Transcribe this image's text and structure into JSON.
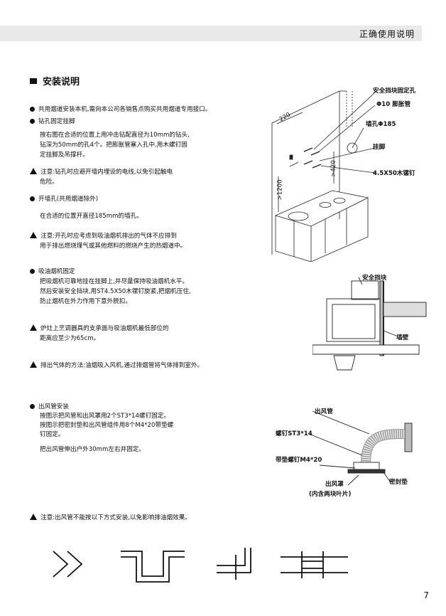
{
  "header": {
    "title": "正确使用说明"
  },
  "section_title": "安装说明",
  "items": {
    "i1": "共用烟道安装本机,需向本公司各销售点购买共用烟道专用接口。",
    "i2": "钻孔固定挂脚",
    "i2_l1": "按右图在合适的位置上用冲击钻配直径为10mm的钻头,",
    "i2_l2": "钻深为50mm的孔4个。把膨胀管塞入孔中,用木螺钉固",
    "i2_l3": "定挂脚及吊撑杆。",
    "w1_l1": "注意:钻孔时应避开墙内埋设的电线,以免引起触电",
    "w1_l2": "危险。",
    "i3": "开墙孔(共用烟道除外)",
    "i3_l1": "在合适的位置开直径185mm的墙孔。",
    "w2_l1": "注意:开孔时应考虑到吸油烟机排出的气体不应排到",
    "w2_l2": "用于排出燃烧煤气或其他燃料的燃烧产生的热烟道中。",
    "i4": "吸油烟机固定",
    "i4_l1": "把吸烟机可靠地挂在挂脚上,并尽量保持吸油烟机水平。",
    "i4_l2": "然后安装安全挡块,用ST4.5X50木镙钉旋紧,把烟机压住,",
    "i4_l3": "防止烟机在外力作用下意外脱扣。",
    "w3_l1": "炉灶上烹调器具的支承面与吸油烟机最低部位的",
    "w3_l2": "距离应至少为65cm。",
    "w4": "排出气体的方法:油烟吸入风机,通过排烟管将气体排到室外。",
    "i5": "出风管安装",
    "i5_l1": "按图示把风管和出风罩用2个ST3*14螺钉固定。",
    "i5_l2": "按图示把密封垫和出风管组件用8个M4*20带垫螺",
    "i5_l3": "钉固定。",
    "i5_l4": "把出风管伸出户外30mm左右并固定。",
    "w5": "注意:出风管不能按以下方式安装,以免影响排油烟效果。"
  },
  "fig1": {
    "label_block_hole": "安全挡块固定孔",
    "label_expansion": "Φ10 膨胀管",
    "label_wall_hole": "墙孔Φ185",
    "label_hook": "挂脚",
    "label_screw": "4.5X50木镙钉",
    "dim_220": "220",
    "dim_420": ">420",
    "dim_1200": ">1200"
  },
  "fig2": {
    "label_block": "安全挡块",
    "label_wall": "墙壁"
  },
  "fig3": {
    "label_duct": "出风管",
    "label_screw": "螺钉ST3*14",
    "label_washer_screw": "带垫螺钉M4*20",
    "label_hood_l1": "出风罩",
    "label_hood_l2": "(内含两块叶片)",
    "label_seal": "密封垫"
  },
  "page_number": "7"
}
